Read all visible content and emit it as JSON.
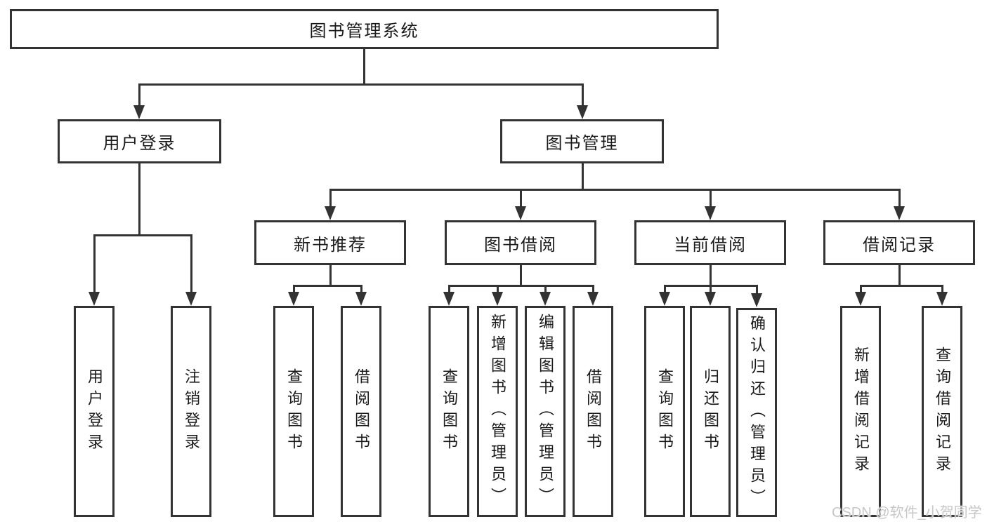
{
  "diagram": {
    "root": "图书管理系统",
    "level2": [
      "用户登录",
      "图书管理"
    ],
    "level3": [
      "新书推荐",
      "图书借阅",
      "当前借阅",
      "借阅记录"
    ],
    "leaves_user_login": [
      "用户登录",
      "注销登录"
    ],
    "leaves_new_book": [
      "查询图书",
      "借阅图书"
    ],
    "leaves_book_borrow": [
      "查询图书",
      "新增图书（管理员）",
      "编辑图书（管理员）",
      "借阅图书"
    ],
    "leaves_current_borrow": [
      "查询图书",
      "归还图书",
      "确认归还（管理员）"
    ],
    "leaves_borrow_records": [
      "新增借阅记录",
      "查询借阅记录"
    ]
  },
  "watermark": "CSDN @软件_小贺同学",
  "colors": {
    "line": "#333333",
    "text": "#1a1a1a",
    "background": "#ffffff",
    "watermark": "#c7c7c7"
  }
}
